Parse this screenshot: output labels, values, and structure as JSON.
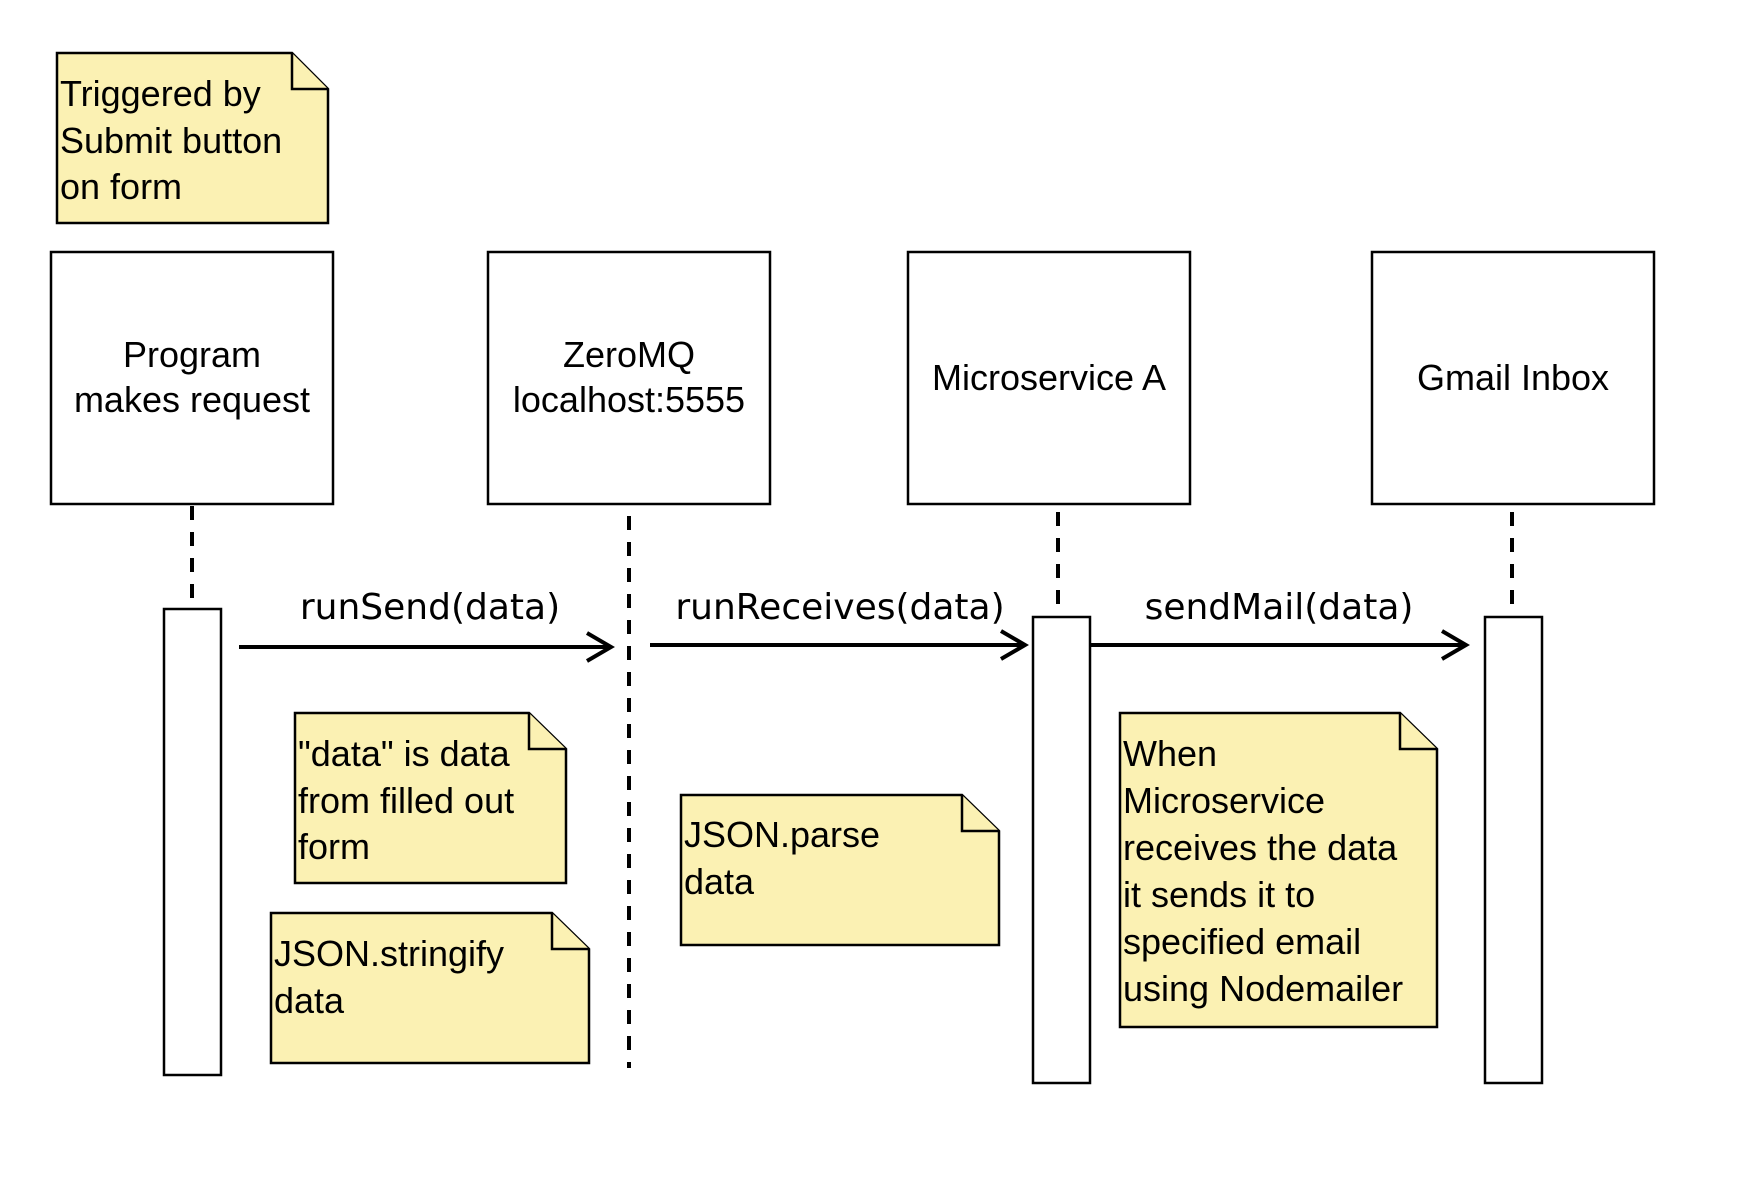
{
  "colors": {
    "note_fill": "#fbf1b3",
    "stroke": "#000000",
    "background": "#ffffff"
  },
  "notes": {
    "trigger": {
      "lines": [
        "Triggered by",
        "Submit button",
        "on form"
      ]
    },
    "data_from_form": {
      "lines": [
        "\"data\" is data",
        "from filled out",
        "form"
      ]
    },
    "stringify": {
      "lines": [
        "JSON.stringify",
        "data"
      ]
    },
    "parse": {
      "lines": [
        "JSON.parse",
        "data"
      ]
    },
    "microservice": {
      "lines": [
        "When",
        "Microservice",
        "receives the data",
        "it sends it to",
        "specified email",
        "using Nodemailer"
      ]
    }
  },
  "participants": [
    {
      "lines": [
        "Program",
        "makes request"
      ]
    },
    {
      "lines": [
        "ZeroMQ",
        "localhost:5555"
      ]
    },
    {
      "lines": [
        "Microservice A"
      ]
    },
    {
      "lines": [
        "Gmail Inbox"
      ]
    }
  ],
  "messages": [
    {
      "label": "runSend(data)"
    },
    {
      "label": "runReceives(data)"
    },
    {
      "label": "sendMail(data)"
    }
  ]
}
